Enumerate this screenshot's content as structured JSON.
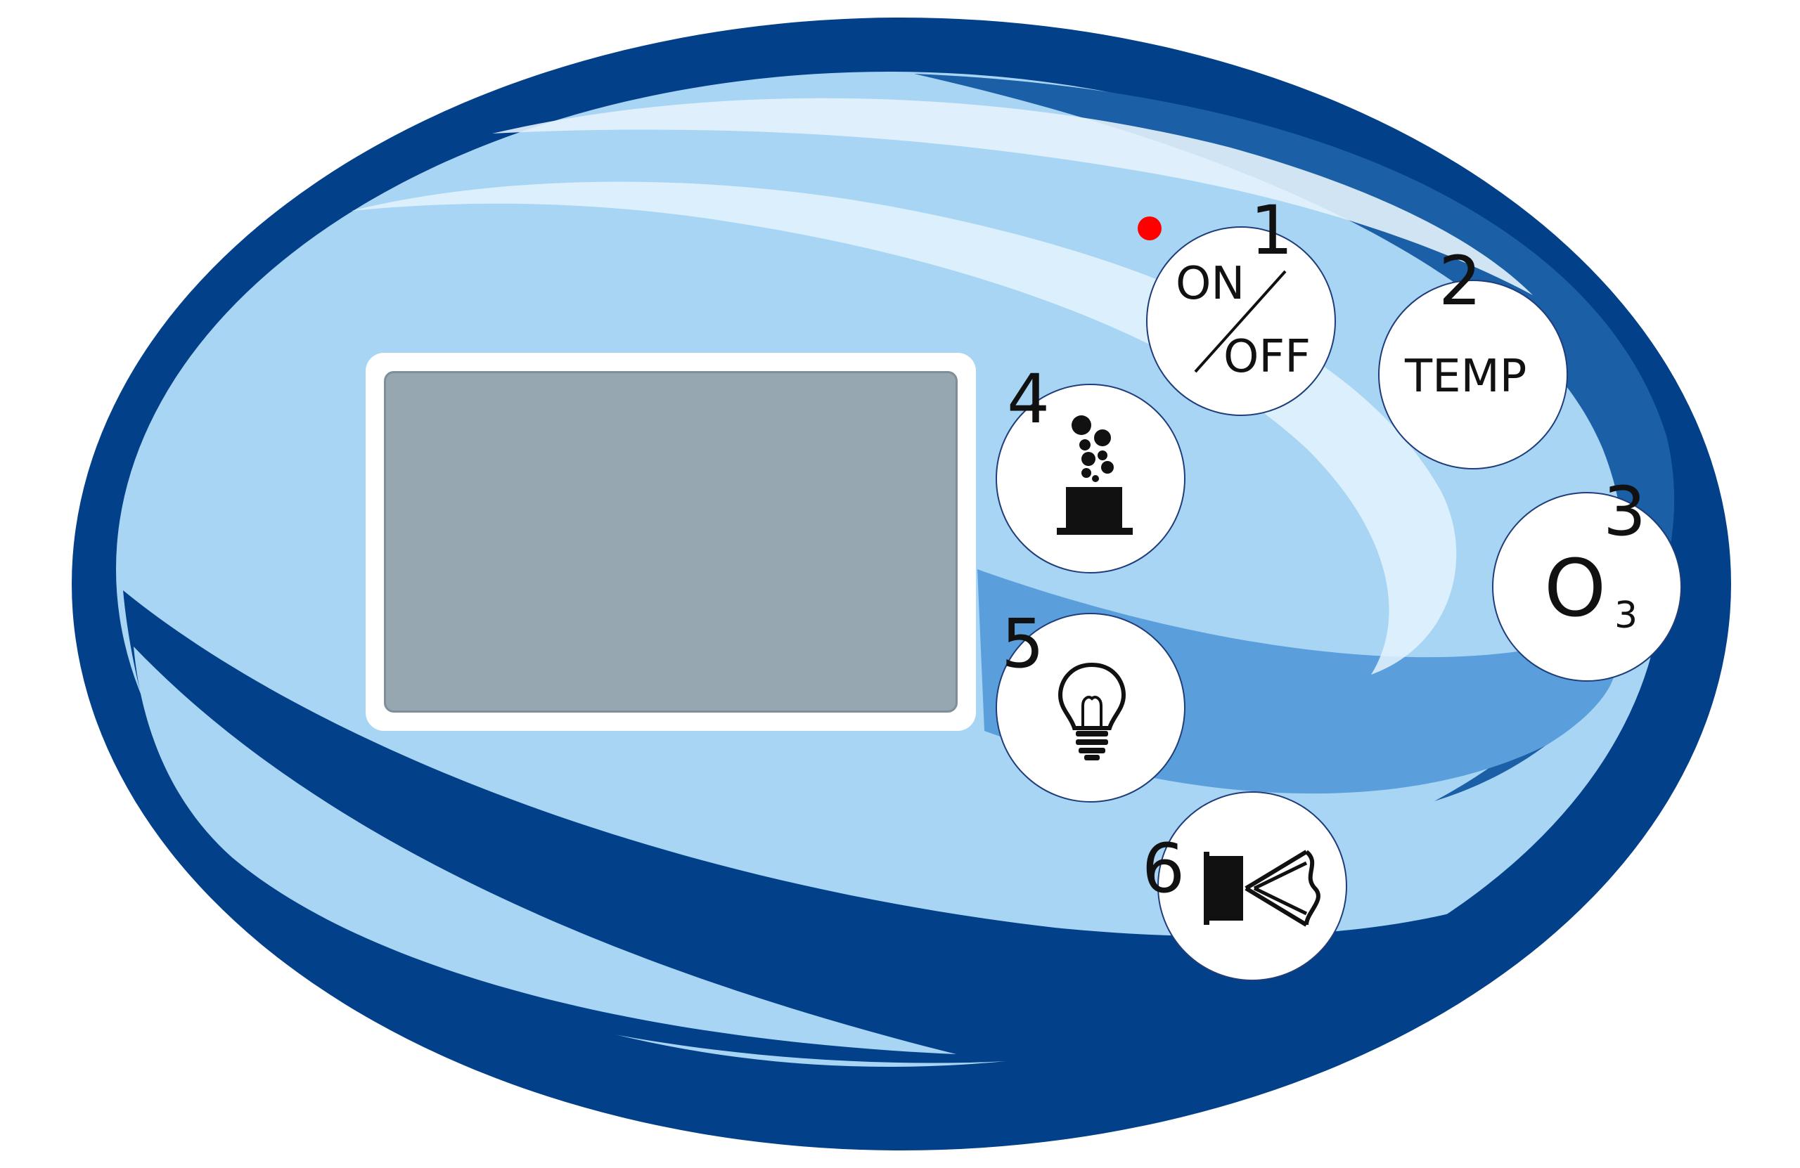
{
  "panel": {
    "colors": {
      "frame": "#02408a",
      "inner_light": "#a9d5f5",
      "inner_highlight": "#e4f3fd",
      "accent_mid": "#5a9fdb",
      "accent_dark": "#1b5fa6",
      "led": "#ff0000"
    },
    "display": {
      "screen_color": "#97a7b1"
    },
    "power_led": {
      "color": "#ff0000",
      "state": "on"
    },
    "buttons": [
      {
        "number": "1",
        "label_top": "ON",
        "label_bottom": "OFF",
        "icon": "on-off-icon"
      },
      {
        "number": "2",
        "label": "TEMP",
        "icon": "temp-text-icon"
      },
      {
        "number": "3",
        "label": "O",
        "label_sub": "3",
        "icon": "ozone-icon"
      },
      {
        "number": "4",
        "icon": "bubbles-icon"
      },
      {
        "number": "5",
        "icon": "light-bulb-icon"
      },
      {
        "number": "6",
        "icon": "jet-spray-icon"
      }
    ]
  }
}
